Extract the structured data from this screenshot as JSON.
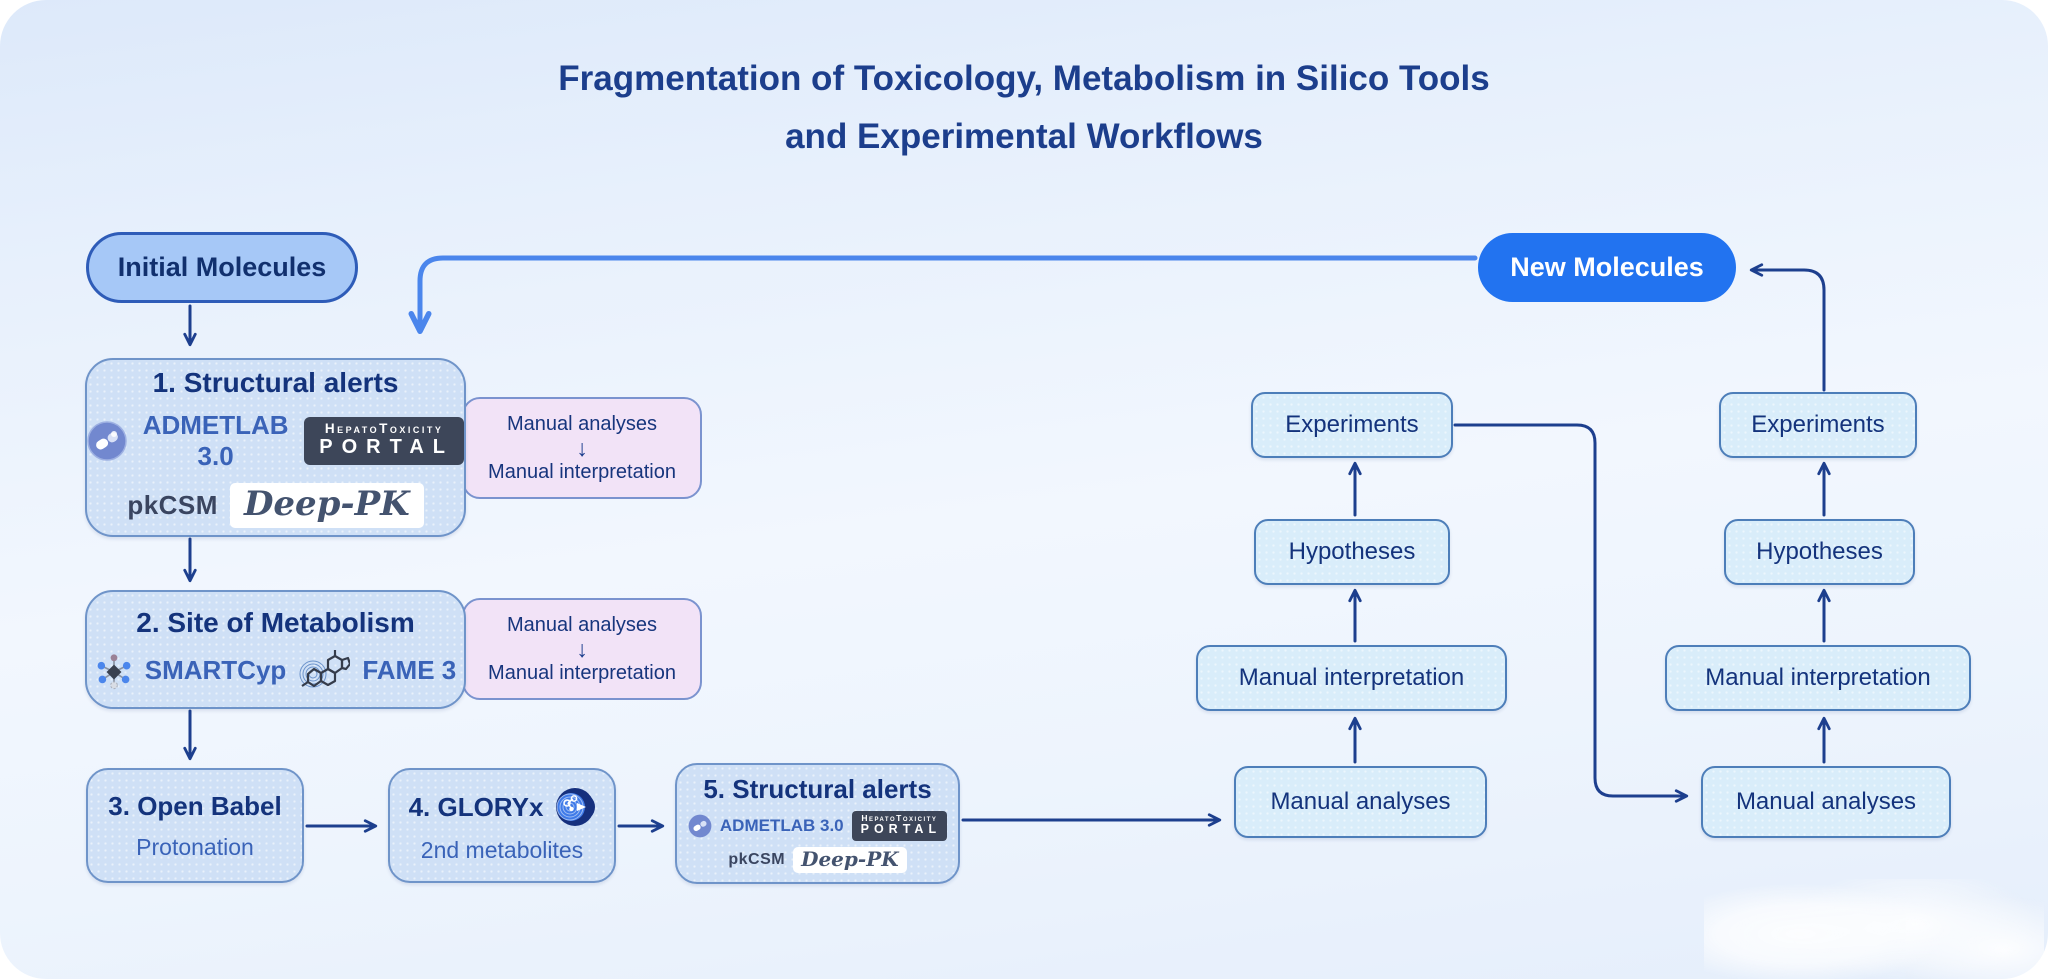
{
  "title": {
    "line1": "Fragmentation of Toxicology, Metabolism in Silico Tools",
    "line2": "and Experimental Workflows"
  },
  "pills": {
    "initial": "Initial Molecules",
    "new": "New Molecules"
  },
  "tools": {
    "admetlab": "ADMETLAB 3.0",
    "portal_top": "HepatoToxicity",
    "portal_bottom": "PORTAL",
    "pkcsm": "pkCSM",
    "deeppk": "Deep-PK",
    "smartcyp": "SMARTCyp",
    "fame": "FAME 3"
  },
  "steps": {
    "s1": "1. Structural alerts",
    "s2": "2. Site of Metabolism",
    "s3": "3. Open Babel",
    "s3_sub": "Protonation",
    "s4": "4. GLORYx",
    "s4_sub": "2nd metabolites",
    "s5": "5. Structural alerts"
  },
  "manual_panel": {
    "top": "Manual analyses",
    "arrow": "↓",
    "bottom": "Manual interpretation"
  },
  "loop": {
    "analyses": "Manual analyses",
    "interpretation": "Manual interpretation",
    "hypotheses": "Hypotheses",
    "experiments": "Experiments"
  },
  "colors": {
    "arrow_navy": "#1d3f8e",
    "arrow_feedback": "#4b86ec",
    "pill_initial_bg": "#a6c8f7",
    "pill_new_bg": "#2273f0",
    "box_blue_bg": "#cfe0f6",
    "box_cyan_bg": "#d9edfa",
    "box_pink_bg": "#f2e3f7",
    "text_navy": "#14337c"
  }
}
